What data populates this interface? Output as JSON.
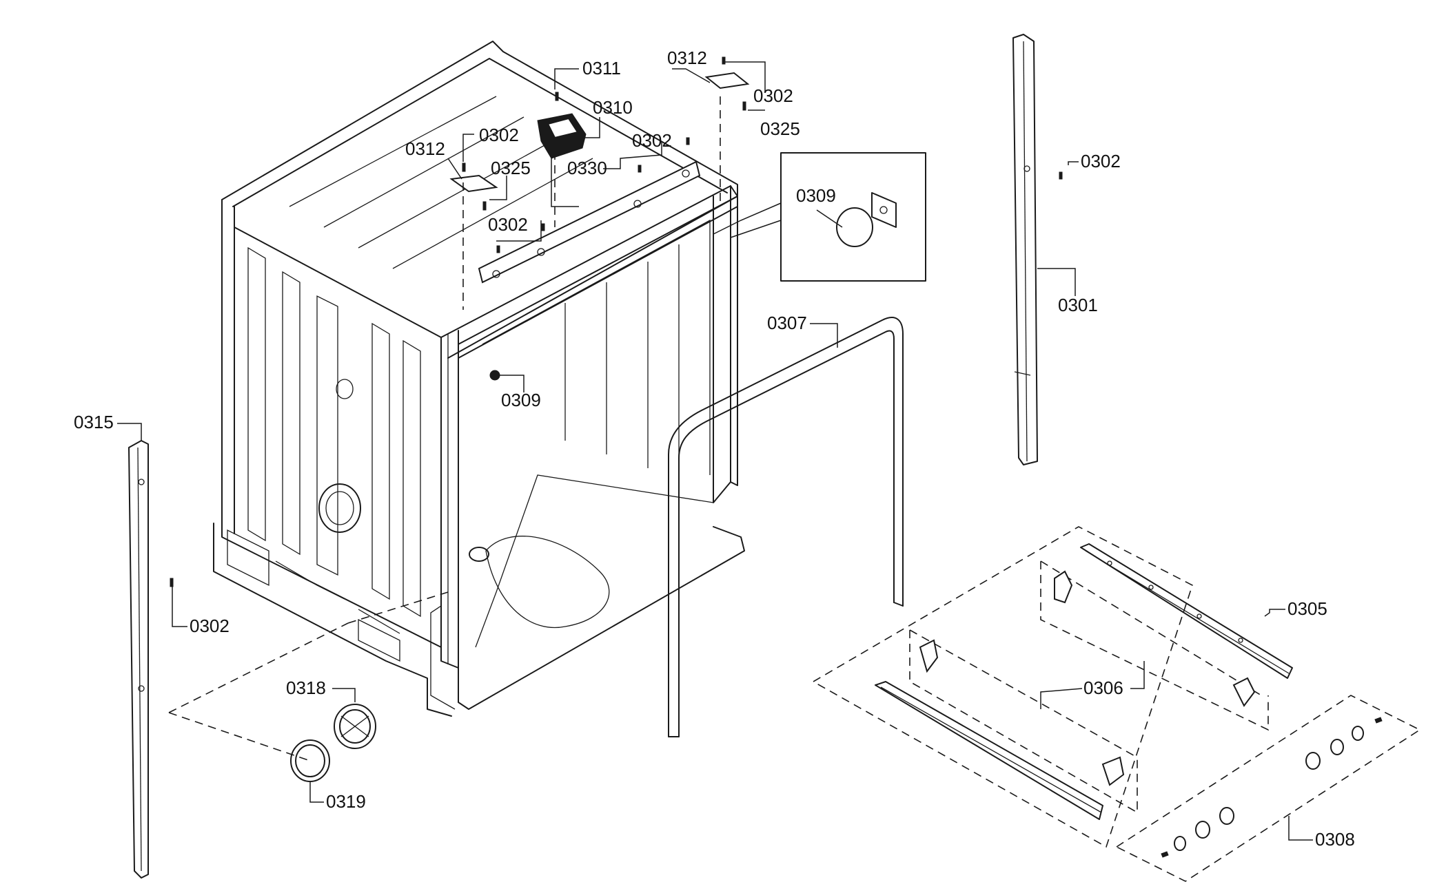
{
  "callouts": {
    "c0311": "0311",
    "c0312a": "0312",
    "c0302a": "0302",
    "c0325a": "0325",
    "c0310": "0310",
    "c0312b": "0312",
    "c0302b": "0302",
    "c0325b": "0325",
    "c0302c": "0302",
    "c0330": "0330",
    "c0302d": "0302",
    "c0309a": "0309",
    "c0307": "0307",
    "c0309b": "0309",
    "c0302e": "0302",
    "c0301": "0301",
    "c0315": "0315",
    "c0302f": "0302",
    "c0318": "0318",
    "c0319": "0319",
    "c0305": "0305",
    "c0306": "0306",
    "c0308": "0308"
  }
}
